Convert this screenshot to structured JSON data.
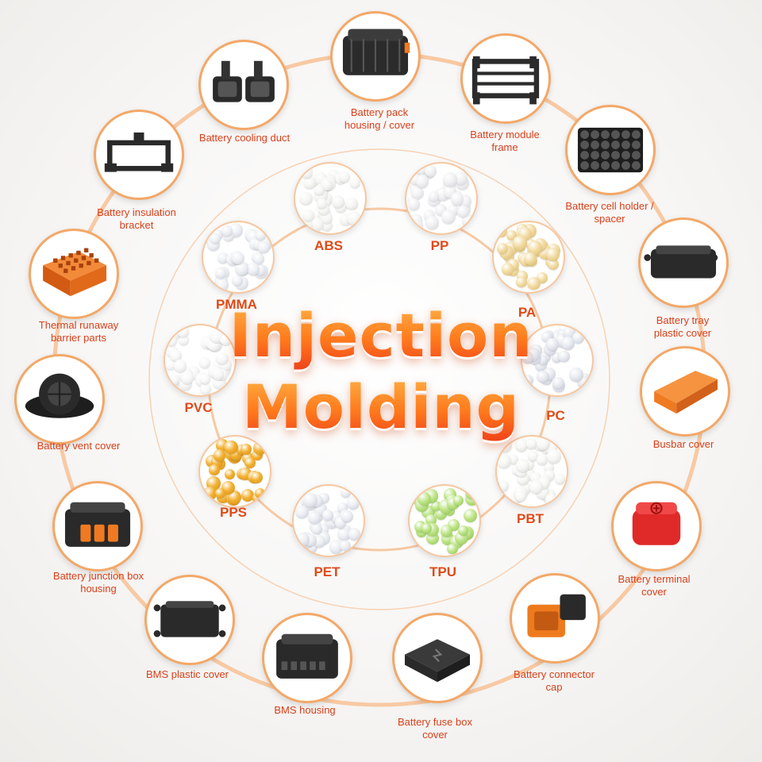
{
  "title": {
    "line1": "Injection",
    "line2": "Molding"
  },
  "colors": {
    "accent": "#f3a868",
    "label": "#d8401a",
    "title_top": "#ffb347",
    "title_bottom": "#f0431a"
  },
  "materials": [
    {
      "label": "ABS",
      "pellet_color": "#f6f6f4",
      "pellet_edge": "#d9d9d6"
    },
    {
      "label": "PP",
      "pellet_color": "#f1f1f3",
      "pellet_edge": "#d2d3d8"
    },
    {
      "label": "PA",
      "pellet_color": "#f2dca4",
      "pellet_edge": "#d9b86a"
    },
    {
      "label": "PC",
      "pellet_color": "#e8eaf0",
      "pellet_edge": "#bfc4d2"
    },
    {
      "label": "PBT",
      "pellet_color": "#f7f7f5",
      "pellet_edge": "#d5d5d2"
    },
    {
      "label": "TPU",
      "pellet_color": "#bfe58a",
      "pellet_edge": "#8cc24c"
    },
    {
      "label": "PET",
      "pellet_color": "#eceef3",
      "pellet_edge": "#c3c8d3"
    },
    {
      "label": "PPS",
      "pellet_color": "#f2b233",
      "pellet_edge": "#d58a12"
    },
    {
      "label": "PVC",
      "pellet_color": "#f8f8f8",
      "pellet_edge": "#d8d8d8"
    },
    {
      "label": "PMMA",
      "pellet_color": "#eef0f4",
      "pellet_edge": "#c8ccd6"
    }
  ],
  "products": [
    {
      "label": "Battery pack\nhousing / cover",
      "icon": "battery-pack-housing-icon",
      "color": "#2b2b2b"
    },
    {
      "label": "Battery module\nframe",
      "icon": "module-frame-icon",
      "color": "#2b2b2b"
    },
    {
      "label": "Battery cell holder /\nspacer",
      "icon": "cell-holder-icon",
      "color": "#1e1e1e"
    },
    {
      "label": "Battery tray\nplastic cover",
      "icon": "tray-cover-icon",
      "color": "#2a2a2a"
    },
    {
      "label": "Busbar cover",
      "icon": "busbar-cover-icon",
      "color": "#ef7a22"
    },
    {
      "label": "Battery terminal\ncover",
      "icon": "terminal-cover-icon",
      "color": "#e02a2a"
    },
    {
      "label": "Battery connector\ncap",
      "icon": "connector-cap-icon",
      "color": "#ee7a1e"
    },
    {
      "label": "Battery fuse box\ncover",
      "icon": "fuse-box-cover-icon",
      "color": "#2a2a2a"
    },
    {
      "label": "BMS housing",
      "icon": "bms-housing-icon",
      "color": "#2a2a2a"
    },
    {
      "label": "BMS plastic cover",
      "icon": "bms-cover-icon",
      "color": "#2a2a2a"
    },
    {
      "label": "Battery junction box\nhousing",
      "icon": "junction-box-icon",
      "color": "#2a2a2a"
    },
    {
      "label": "Battery vent cover",
      "icon": "vent-cover-icon",
      "color": "#2a2a2a"
    },
    {
      "label": "Thermal runaway\nbarrier parts",
      "icon": "thermal-barrier-icon",
      "color": "#ee6a1a"
    },
    {
      "label": "Battery insulation\nbracket",
      "icon": "insulation-bracket-icon",
      "color": "#2a2a2a"
    },
    {
      "label": "Battery cooling duct",
      "icon": "cooling-duct-icon",
      "color": "#2a2a2a"
    }
  ]
}
